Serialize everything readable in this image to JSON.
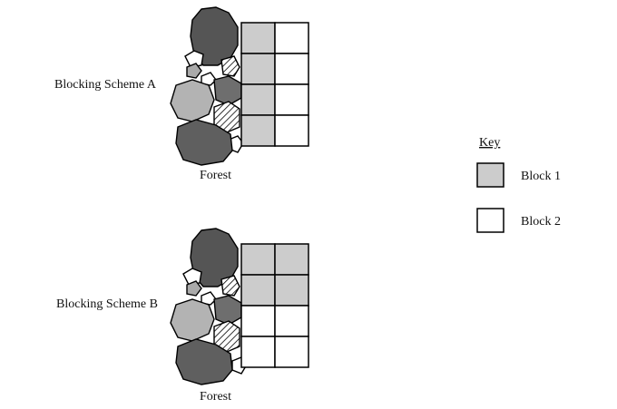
{
  "schemes": [
    {
      "label": "Blocking Scheme A",
      "forest_label": "Forest",
      "grid": [
        [
          "block1",
          "block2"
        ],
        [
          "block1",
          "block2"
        ],
        [
          "block1",
          "block2"
        ],
        [
          "block1",
          "block2"
        ]
      ]
    },
    {
      "label": "Blocking Scheme B",
      "forest_label": "Forest",
      "grid": [
        [
          "block1",
          "block1"
        ],
        [
          "block1",
          "block1"
        ],
        [
          "block2",
          "block2"
        ],
        [
          "block2",
          "block2"
        ]
      ]
    }
  ],
  "key": {
    "title": "Key",
    "items": [
      {
        "id": "block1",
        "label": "Block 1",
        "color": "#cccccc"
      },
      {
        "id": "block2",
        "label": "Block 2",
        "color": "#ffffff"
      }
    ]
  },
  "colors": {
    "rock_dark": "#555555",
    "rock_mid": "#6e6e6e",
    "rock_light": "#b3b3b3",
    "rock_white": "#ffffff",
    "outline": "#000000"
  }
}
